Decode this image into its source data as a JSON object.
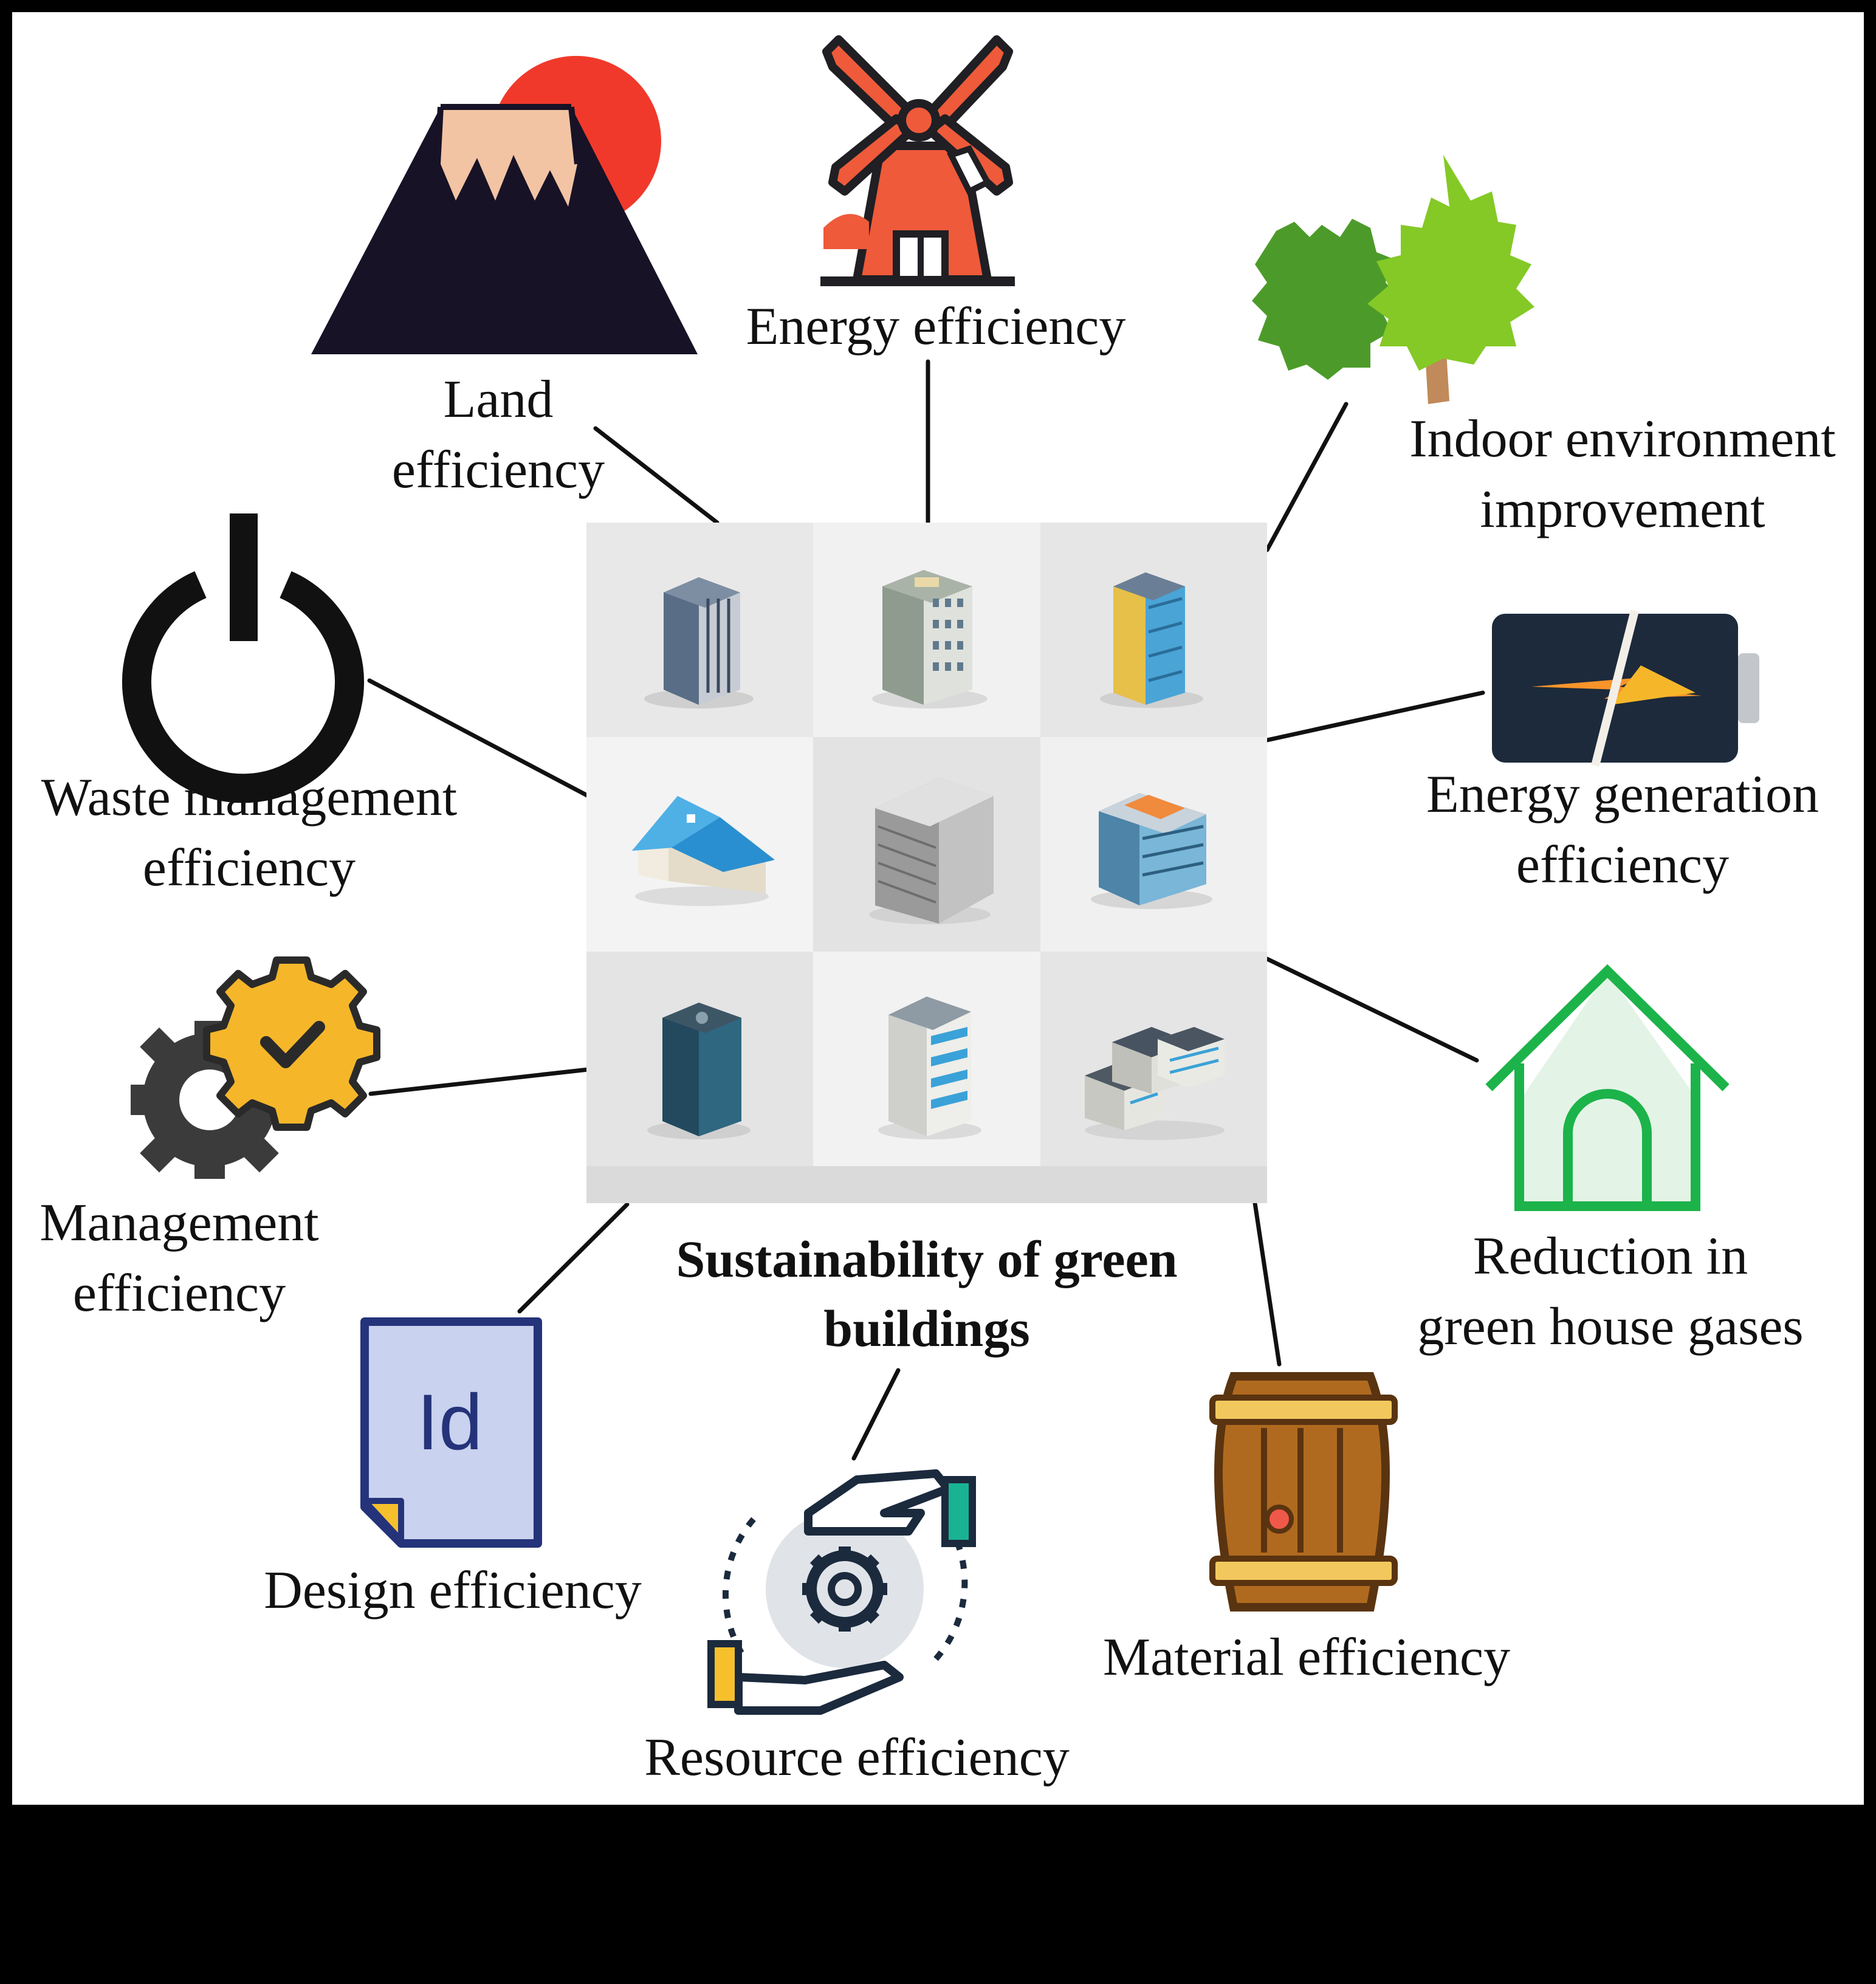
{
  "diagram": {
    "center": {
      "title_line1": "Sustainability of green",
      "title_line2": "buildings"
    },
    "nodes": [
      {
        "id": "land",
        "icon": "mountain-sun-icon",
        "line1": "Land",
        "line2": "efficiency"
      },
      {
        "id": "energy",
        "icon": "windmill-icon",
        "line1": "Energy efficiency"
      },
      {
        "id": "indoor",
        "icon": "trees-icon",
        "line1": "Indoor environment",
        "line2": "improvement"
      },
      {
        "id": "energy-generation",
        "icon": "battery-lightning-icon",
        "line1": "Energy generation",
        "line2": "efficiency"
      },
      {
        "id": "ghg",
        "icon": "house-outline-icon",
        "line1": "Reduction in",
        "line2": "green house gases"
      },
      {
        "id": "material",
        "icon": "barrel-icon",
        "line1": "Material efficiency"
      },
      {
        "id": "resource",
        "icon": "hands-gear-icon",
        "line1": "Resource efficiency"
      },
      {
        "id": "design",
        "icon": "indesign-document-icon",
        "icon_text": "Id",
        "line1": "Design efficiency"
      },
      {
        "id": "management",
        "icon": "gears-check-icon",
        "line1": "Management",
        "line2": "efficiency"
      },
      {
        "id": "waste",
        "icon": "power-icon",
        "line1": "Waste management",
        "line2": "efficiency"
      }
    ]
  }
}
